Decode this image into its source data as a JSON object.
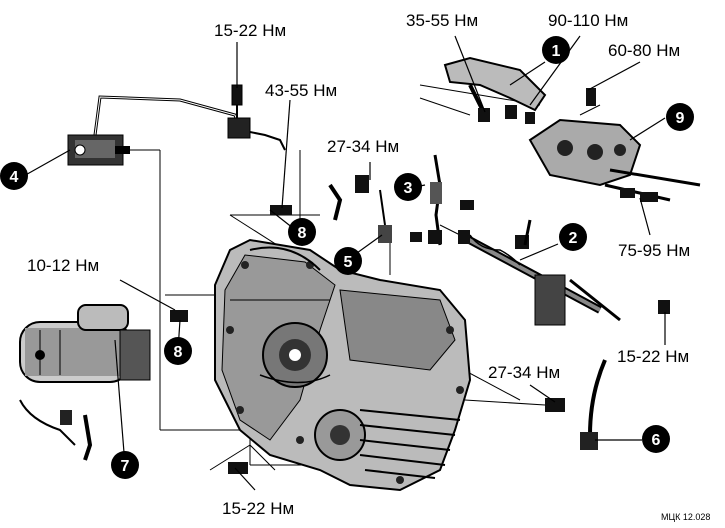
{
  "torque_labels": [
    {
      "id": "t1",
      "text": "15-22 Нм"
    },
    {
      "id": "t2",
      "text": "35-55 Нм"
    },
    {
      "id": "t3",
      "text": "90-110 Нм"
    },
    {
      "id": "t4",
      "text": "60-80 Нм"
    },
    {
      "id": "t5",
      "text": "43-55 Нм"
    },
    {
      "id": "t6",
      "text": "27-34 Нм"
    },
    {
      "id": "t7",
      "text": "10-12 Нм"
    },
    {
      "id": "t8",
      "text": "75-95 Нм"
    },
    {
      "id": "t9",
      "text": "15-22 Нм"
    },
    {
      "id": "t10",
      "text": "27-34 Нм"
    },
    {
      "id": "t11",
      "text": "15-22 Нм"
    }
  ],
  "callouts": [
    {
      "id": "c1",
      "number": "1"
    },
    {
      "id": "c2",
      "number": "2"
    },
    {
      "id": "c3",
      "number": "3"
    },
    {
      "id": "c4",
      "number": "4"
    },
    {
      "id": "c5",
      "number": "5"
    },
    {
      "id": "c6",
      "number": "6"
    },
    {
      "id": "c7",
      "number": "7"
    },
    {
      "id": "c8a",
      "number": "8"
    },
    {
      "id": "c8b",
      "number": "8"
    },
    {
      "id": "c9",
      "number": "9"
    }
  ],
  "figure_code": "МЦК 12.028"
}
